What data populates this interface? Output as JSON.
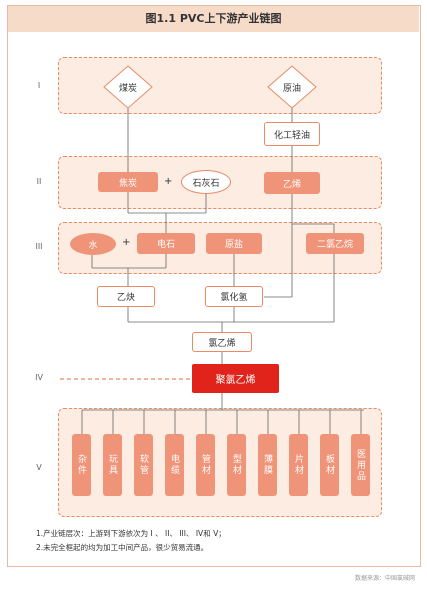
{
  "title": "图1.1 PVC上下游产业链图",
  "levels": {
    "l1": "I",
    "l2": "II",
    "l3": "III",
    "l4": "IV",
    "l5": "V"
  },
  "nodes": {
    "coal": "煤炭",
    "crude_oil": "原油",
    "chemical_light_oil": "化工轻油",
    "coke": "焦炭",
    "limestone": "石灰石",
    "ethylene": "乙烯",
    "water": "水",
    "calcium_carbide": "电石",
    "raw_salt": "原盐",
    "dichloroethane": "二氯乙烷",
    "acetylene": "乙炔",
    "hydrogen_chloride": "氯化氢",
    "vinyl_chloride": "氯乙烯",
    "pvc": "聚氯乙烯"
  },
  "plus_sign": "+",
  "products": [
    "杂件",
    "玩具",
    "软管",
    "电缆",
    "管材",
    "型材",
    "薄膜",
    "片材",
    "板材",
    "医用品"
  ],
  "notes": {
    "line1": "1.产业链层次：上游到下游依次为 I 、 II、 III、 IV和 V；",
    "line2": "2.未完全框起的均为加工中间产品，很少贸易流通。"
  },
  "source": "数据来源：中国氯碱网",
  "colors": {
    "accent": "#ef9478",
    "border": "#e98a64",
    "band_bg": "#fcece2",
    "pvc_red": "#e0241b",
    "title_bg": "#f7dbc9"
  }
}
